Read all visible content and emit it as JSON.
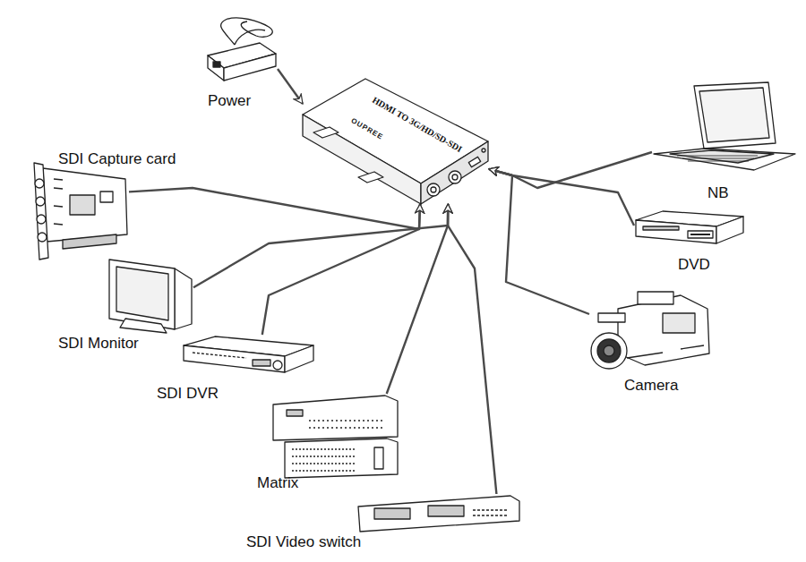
{
  "diagram": {
    "nodes": [
      {
        "text": [
          "Power"
        ]
      },
      {
        "text": [
          "OUPREE",
          "HDMI TO 3G/HD/SD-SDI"
        ]
      },
      {
        "text": [
          "SDI Capture card"
        ]
      },
      {
        "text": [
          "NB"
        ]
      },
      {
        "text": [
          "DVD"
        ]
      },
      {
        "text": [
          "SDI Monitor"
        ]
      },
      {
        "text": [
          "SDI DVR"
        ]
      },
      {
        "text": [
          "Camera"
        ]
      },
      {
        "text": [
          "Matrix"
        ]
      },
      {
        "text": [
          "SDI Video switch"
        ]
      }
    ],
    "edges": [
      {
        "from": 0,
        "to": 1,
        "arrow": "to"
      },
      {
        "from": 2,
        "to": 1,
        "arrow": "to"
      },
      {
        "from": 3,
        "to": 1,
        "arrow": "to"
      },
      {
        "from": 4,
        "to": 1,
        "arrow": "to"
      },
      {
        "from": 5,
        "to": 1,
        "arrow": "to"
      },
      {
        "from": 6,
        "to": 1,
        "arrow": "to"
      },
      {
        "from": 7,
        "to": 1,
        "arrow": "to"
      },
      {
        "from": 8,
        "to": 1,
        "arrow": "to"
      },
      {
        "from": 9,
        "to": 1,
        "arrow": "to"
      }
    ]
  }
}
